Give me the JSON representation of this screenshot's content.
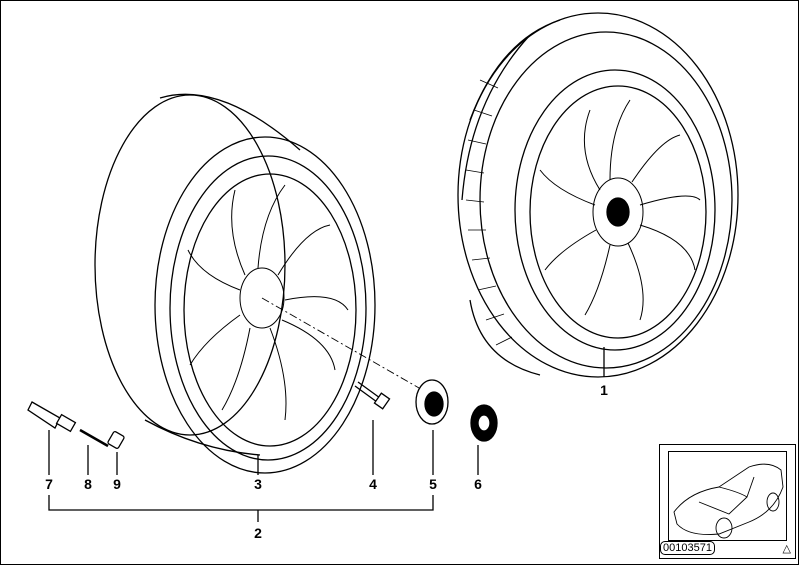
{
  "callouts": {
    "1": "1",
    "2": "2",
    "3": "3",
    "4": "4",
    "5": "5",
    "6": "6",
    "7": "7",
    "8": "8",
    "9": "9"
  },
  "thumbnail": {
    "code": "00103571",
    "marker": "△"
  }
}
